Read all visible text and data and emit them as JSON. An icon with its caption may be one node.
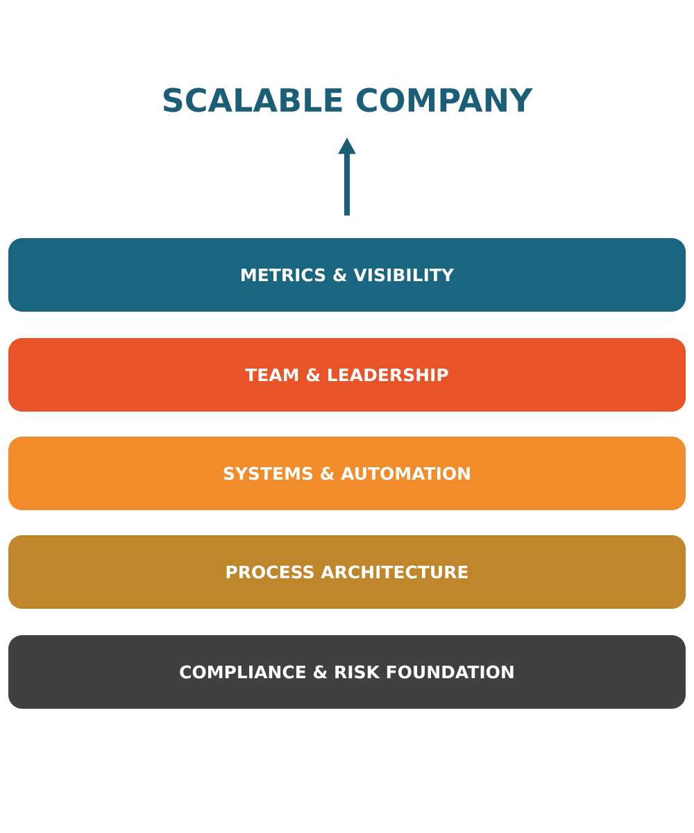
{
  "diagram": {
    "nodes": [
      {
        "text": [
          "SCALABLE COMPANY"
        ]
      },
      {
        "text": [
          "METRICS & VISIBILITY"
        ]
      },
      {
        "text": [
          "TEAM & LEADERSHIP"
        ]
      },
      {
        "text": [
          "SYSTEMS & AUTOMATION"
        ]
      },
      {
        "text": [
          "PROCESS ARCHITECTURE"
        ]
      },
      {
        "text": [
          "COMPLIANCE & RISK FOUNDATION"
        ]
      }
    ],
    "edges": [
      {
        "from": 1,
        "to": 0,
        "arrow": "to"
      }
    ]
  }
}
